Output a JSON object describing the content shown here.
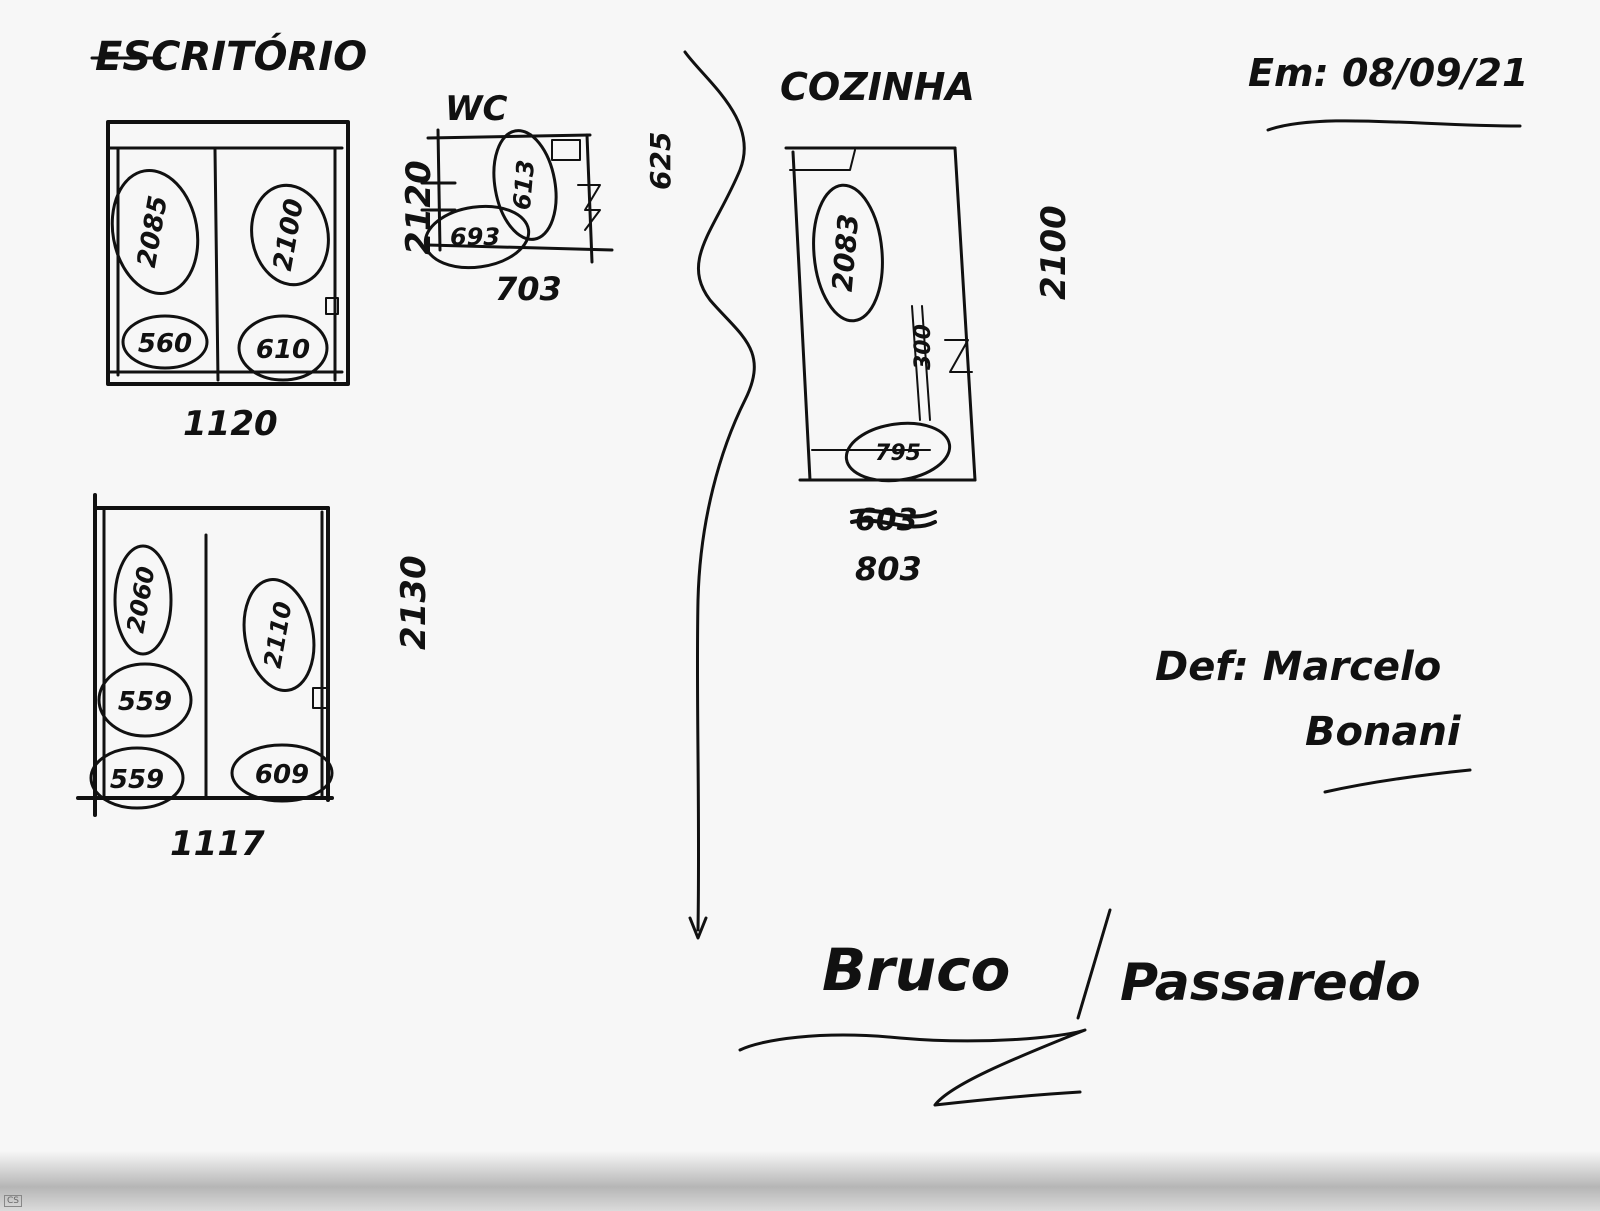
{
  "header": {
    "title": "ESCRITÓRIO",
    "date": "Em: 08/09/21"
  },
  "office": {
    "cabinet_top": {
      "width_label": "1120",
      "height_label": "2120",
      "doors": [
        "2085",
        "2100"
      ],
      "drawers": [
        "560",
        "610"
      ]
    },
    "cabinet_bottom": {
      "width_label": "1117",
      "height_label": "2130",
      "doors": [
        "2060",
        "2110"
      ],
      "drawers": [
        "559",
        "609",
        "559"
      ]
    }
  },
  "wc": {
    "title": "WC",
    "width_label": "703",
    "height_label": "625",
    "items": [
      "613",
      "693"
    ]
  },
  "kitchen": {
    "title": "COZINHA",
    "height_label": "2100",
    "side_label": "300",
    "items": [
      "2083",
      "795"
    ],
    "struck_label": "603",
    "width_label": "803"
  },
  "signature": {
    "line1": "Def: Marcelo",
    "line2": "Bonani"
  },
  "footer": {
    "text_left": "Bruco",
    "text_right": "Passaredo"
  },
  "scanner": {
    "badge": "CS"
  }
}
